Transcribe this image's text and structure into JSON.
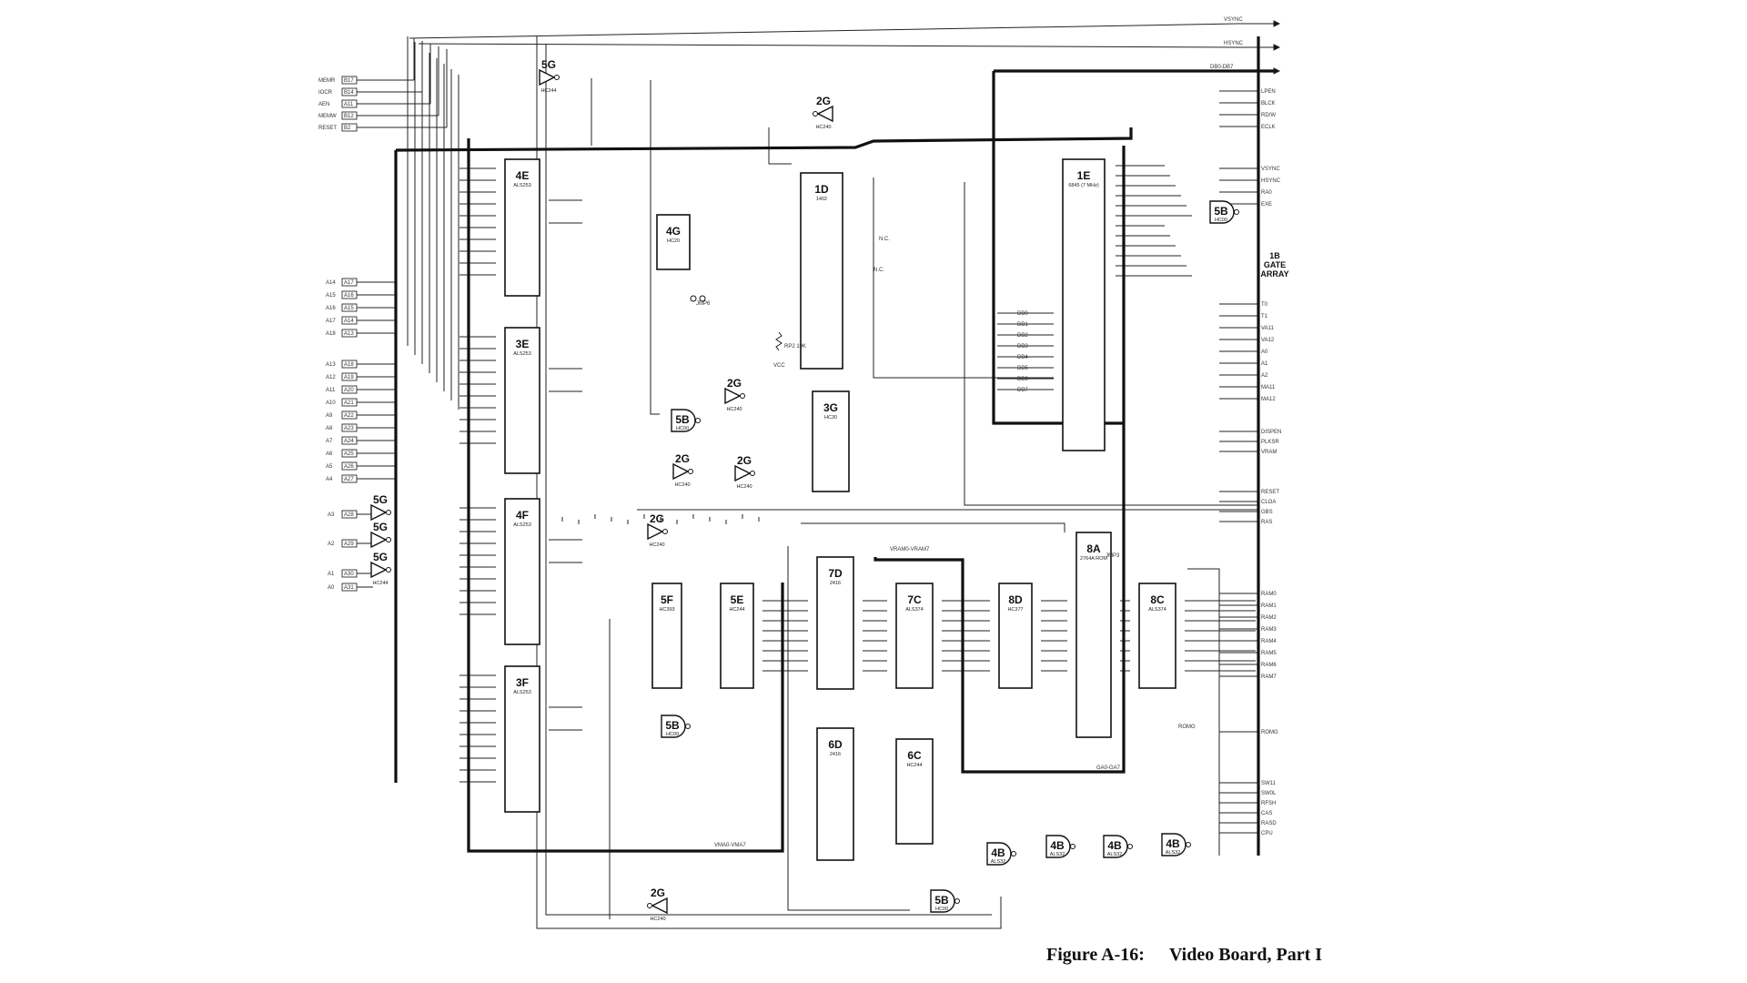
{
  "figure": {
    "number": "Figure A-16:",
    "title": "Video Board, Part I"
  },
  "left_signals": [
    {
      "name": "MEMR",
      "pin": "B17"
    },
    {
      "name": "IOCR",
      "pin": "B14"
    },
    {
      "name": "AEN",
      "pin": "A11"
    },
    {
      "name": "MEMW",
      "pin": "B12"
    },
    {
      "name": "RESET",
      "pin": "B2"
    }
  ],
  "address_inputs": [
    {
      "name": "A14",
      "pin": "A17"
    },
    {
      "name": "A15",
      "pin": "A16"
    },
    {
      "name": "A16",
      "pin": "A15"
    },
    {
      "name": "A17",
      "pin": "A14"
    },
    {
      "name": "A18",
      "pin": "A13"
    },
    {
      "name": "A13",
      "pin": "A18"
    },
    {
      "name": "A12",
      "pin": "A19"
    },
    {
      "name": "A11",
      "pin": "A20"
    },
    {
      "name": "A10",
      "pin": "A21"
    },
    {
      "name": "A9",
      "pin": "A22"
    },
    {
      "name": "A8",
      "pin": "A23"
    },
    {
      "name": "A7",
      "pin": "A24"
    },
    {
      "name": "A6",
      "pin": "A25"
    },
    {
      "name": "A5",
      "pin": "A26"
    },
    {
      "name": "A4",
      "pin": "A27"
    }
  ],
  "lower_inputs": [
    {
      "name": "A3",
      "pin": "A28"
    },
    {
      "name": "A2",
      "pin": "A29"
    },
    {
      "name": "A1",
      "pin": "A30"
    },
    {
      "name": "A0",
      "pin": "A31"
    }
  ],
  "chips": [
    {
      "id": "4E",
      "type": "ALS253"
    },
    {
      "id": "3E",
      "type": "ALS253"
    },
    {
      "id": "4F",
      "type": "ALS253"
    },
    {
      "id": "3F",
      "type": "ALS253"
    },
    {
      "id": "4G",
      "type": "HC20"
    },
    {
      "id": "1D",
      "type": "1402"
    },
    {
      "id": "3G",
      "type": "HC30"
    },
    {
      "id": "1E",
      "type": "6845 (7 MHz)"
    },
    {
      "id": "5F",
      "type": "HC393"
    },
    {
      "id": "5E",
      "type": "HC244"
    },
    {
      "id": "7D",
      "type": "2416"
    },
    {
      "id": "6D",
      "type": "2416"
    },
    {
      "id": "7C",
      "type": "ALS374"
    },
    {
      "id": "6C",
      "type": "HC244"
    },
    {
      "id": "8D",
      "type": "HC377"
    },
    {
      "id": "8A",
      "type": "2764A ROM"
    },
    {
      "id": "8C",
      "type": "ALS374"
    }
  ],
  "gates": [
    {
      "id": "5G",
      "type": "HC244"
    },
    {
      "id": "2G",
      "type": "HC240"
    },
    {
      "id": "5B",
      "type": "HC00"
    },
    {
      "id": "4B",
      "type": "ALS32"
    }
  ],
  "gate_array": {
    "id": "1B",
    "line1": "GATE",
    "line2": "ARRAY",
    "top_pins": [
      "LPEN",
      "BLCK",
      "RD/W",
      "ECLK"
    ],
    "mid_pins": [
      "VSYNC",
      "HSYNC",
      "RA0",
      "EXE"
    ],
    "addr_pins": [
      "T0",
      "T1",
      "VA11",
      "VA12",
      "A0",
      "A1",
      "A2",
      "MA11",
      "MA12"
    ],
    "ctrl_pins": [
      "DISPEN",
      "PLKSR",
      "VRAM"
    ],
    "reset_pins": [
      "RESET",
      "CLOA",
      "GBS",
      "RAS"
    ],
    "ram_pins": [
      "RAM0",
      "RAM1",
      "RAM2",
      "RAM3",
      "RAM4",
      "RAM5",
      "RAM6",
      "RAM7"
    ],
    "romg": "ROMG",
    "bottom_pins": [
      "SW11",
      "SW0L",
      "RFSH",
      "CAS",
      "RASD",
      "CPU"
    ]
  },
  "buses": {
    "data_bus": "DB0-DB7",
    "vsync_out": "VSYNC",
    "hsync_out": "HSYNC",
    "vram_bus": "VRAM0-VRAM7",
    "vma_bus": "VMA0-VMA7",
    "gab_bus": "GA0-GA7"
  },
  "crtc_data_labels": [
    "DB0",
    "DB1",
    "DB2",
    "DB3",
    "DB4",
    "DB5",
    "DB6",
    "DB7"
  ],
  "misc_labels": {
    "jmp6": "JMP6",
    "jmp3": "JMP3",
    "rp2": "RP2 10K",
    "vcc": "VCC",
    "ndt": "N.C.",
    "romg_net": "ROMG"
  }
}
